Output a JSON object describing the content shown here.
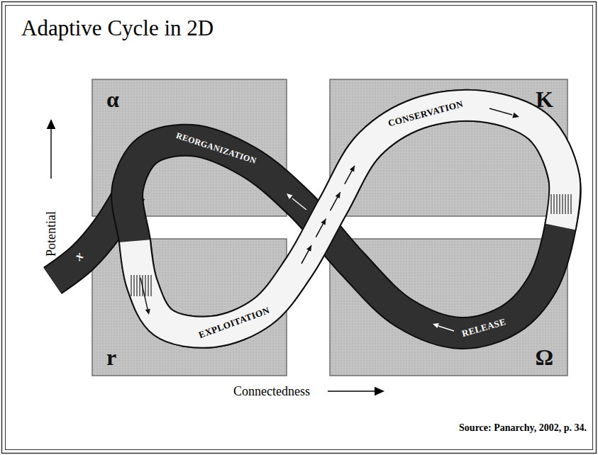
{
  "diagram": {
    "title": "Adaptive Cycle in 2D",
    "caption": "Source: Panarchy, 2002, p. 34.",
    "nodes": [
      {
        "text": [
          "α"
        ]
      },
      {
        "text": [
          "K"
        ]
      },
      {
        "text": [
          "r"
        ]
      },
      {
        "text": [
          "Ω"
        ]
      }
    ],
    "labels": [
      "REORGANIZATION",
      "CONSERVATION",
      "Potential",
      "x",
      "EXPLOITATION",
      "RELEASE",
      "Connectedness"
    ]
  }
}
